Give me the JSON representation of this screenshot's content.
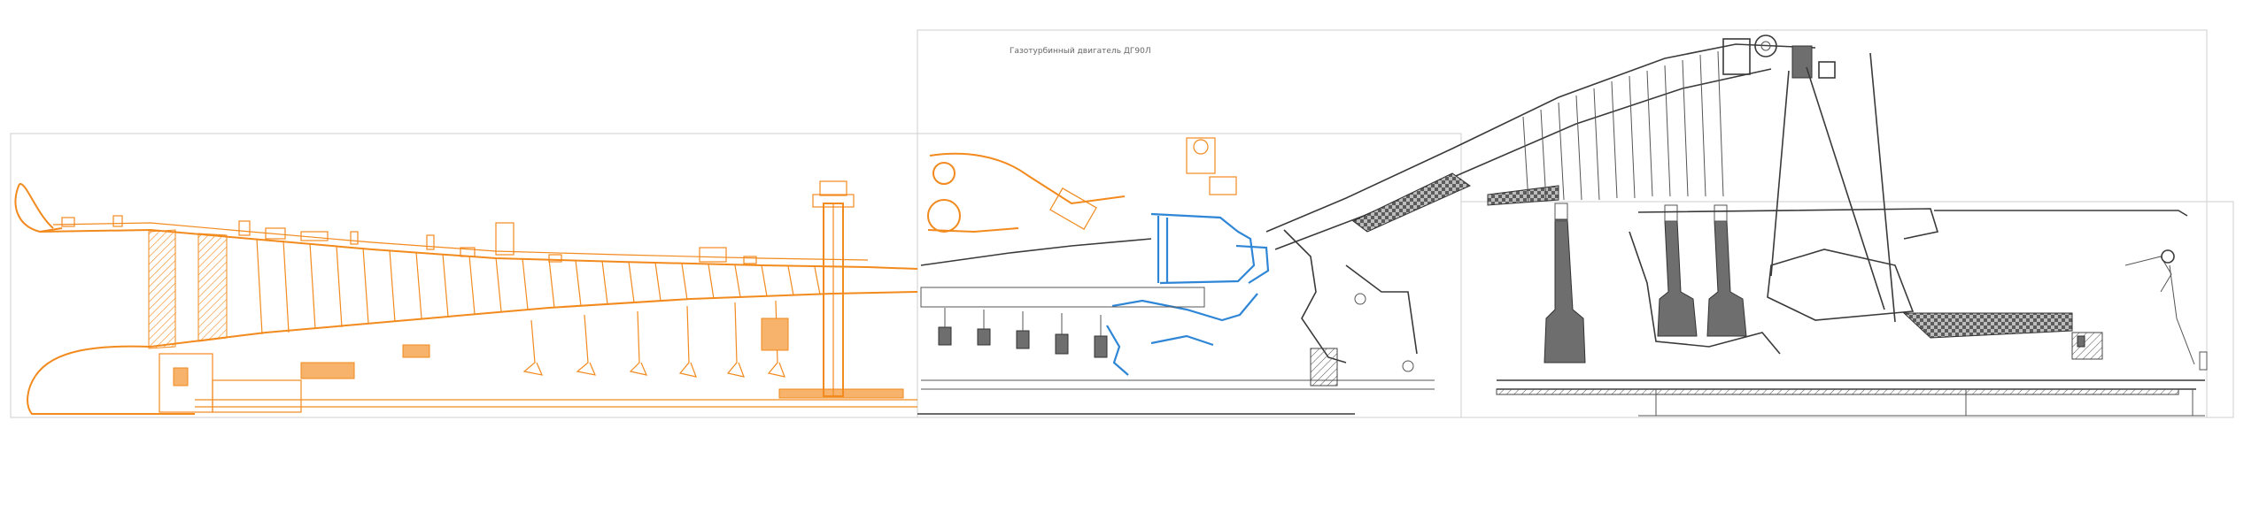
{
  "drawing": {
    "caption": "Газотурбинный двигатель ДГ90Л",
    "colors": {
      "compressor": "#f28a1e",
      "combustor": "#2f86d6",
      "turbine": "#3a3a3a",
      "frame": "#cfcfcf",
      "background": "#ffffff"
    },
    "sections": {
      "compressor": "compressor-section",
      "combustor": "combustor-section",
      "turbine": "turbine-section",
      "exhaust": "exhaust-section"
    }
  }
}
